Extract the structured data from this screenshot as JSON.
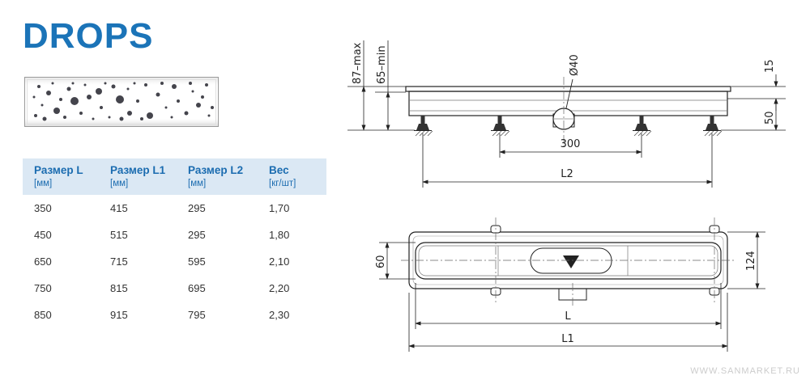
{
  "title": "DROPS",
  "colors": {
    "accent": "#1b74b8",
    "table_header_bg": "#dbe8f4",
    "line": "#222222"
  },
  "table": {
    "headers": [
      {
        "label": "Размер L",
        "unit": "[мм]"
      },
      {
        "label": "Размер L1",
        "unit": "[мм]"
      },
      {
        "label": "Размер L2",
        "unit": "[мм]"
      },
      {
        "label": "Вес",
        "unit": "[кг/шт]"
      }
    ],
    "rows": [
      [
        "350",
        "415",
        "295",
        "1,70"
      ],
      [
        "450",
        "515",
        "295",
        "1,80"
      ],
      [
        "650",
        "715",
        "595",
        "2,10"
      ],
      [
        "750",
        "815",
        "695",
        "2,20"
      ],
      [
        "850",
        "915",
        "795",
        "2,30"
      ]
    ]
  },
  "drawings": {
    "side_view": {
      "height_max": "87–max",
      "height_min": "65–min",
      "outlet_diameter": "Ø40",
      "dim_15": "15",
      "dim_50": "50",
      "dim_300": "300",
      "dim_l2": "L2"
    },
    "plan_view": {
      "dim_60": "60",
      "dim_124": "124",
      "dim_l": "L",
      "dim_l1": "L1"
    }
  },
  "watermark": "WWW.SANMARKET.RU"
}
